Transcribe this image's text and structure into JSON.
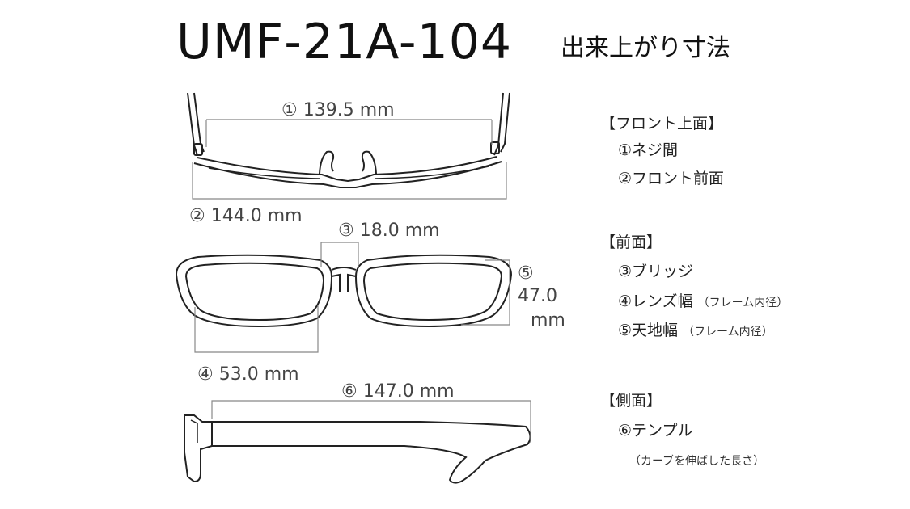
{
  "title": "UMF-21A-104",
  "subtitle": "出来上がり寸法",
  "dimensions": {
    "front_top": "① 139.5 mm",
    "front_width": "② 144.0 mm",
    "bridge": "③ 18.0 mm",
    "height_num": "⑤",
    "height_value": "47.0",
    "height_unit": "mm",
    "lens": "④ 53.0 mm",
    "temple": "⑥ 147.0 mm"
  },
  "legend": {
    "front_top_header": "【フロント上面】",
    "item1": "①ネジ間",
    "item2": "②フロント前面",
    "front_header": "【前面】",
    "item3": "③ブリッジ",
    "item4": "④レンズ幅",
    "item4_note": "（フレーム内径）",
    "item5": "⑤天地幅",
    "item5_note": "（フレーム内径）",
    "side_header": "【側面】",
    "item6": "⑥テンプル",
    "item6_note": "（カーブを伸ばした長さ）"
  }
}
